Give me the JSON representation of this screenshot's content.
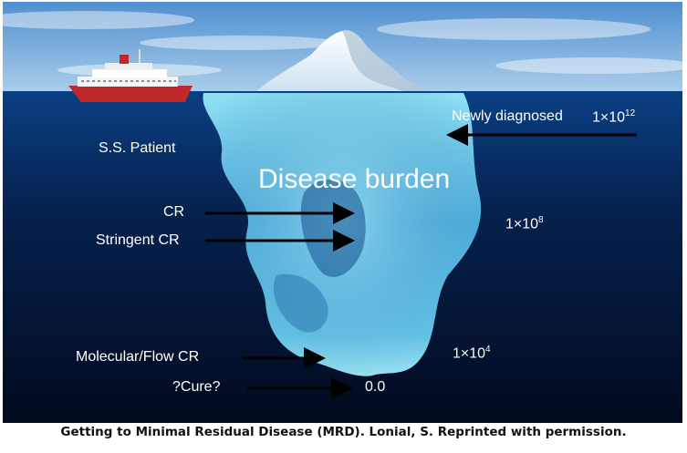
{
  "labels": {
    "ss_patient": "S.S. Patient",
    "disease_burden": "Disease burden",
    "newly_diagnosed": "Newly diagnosed",
    "cr": "CR",
    "stringent_cr": "Stringent CR",
    "molecular_flow_cr": "Molecular/Flow CR",
    "cure": "?Cure?"
  },
  "values": {
    "v12_base": "1×10",
    "v12_exp": "12",
    "v8_base": "1×10",
    "v8_exp": "8",
    "v4_base": "1×10",
    "v4_exp": "4",
    "zero": "0.0"
  },
  "caption": "Getting to Minimal Residual Disease (MRD). Lonial, S. Reprinted with permission.",
  "colors": {
    "sky_top": "#4f8fd0",
    "sky_bottom": "#a9cdea",
    "water_top": "#0a3f84",
    "water_bottom": "#020a1e",
    "ice": "#7ad3ec",
    "ship_hull": "#c0292b"
  }
}
